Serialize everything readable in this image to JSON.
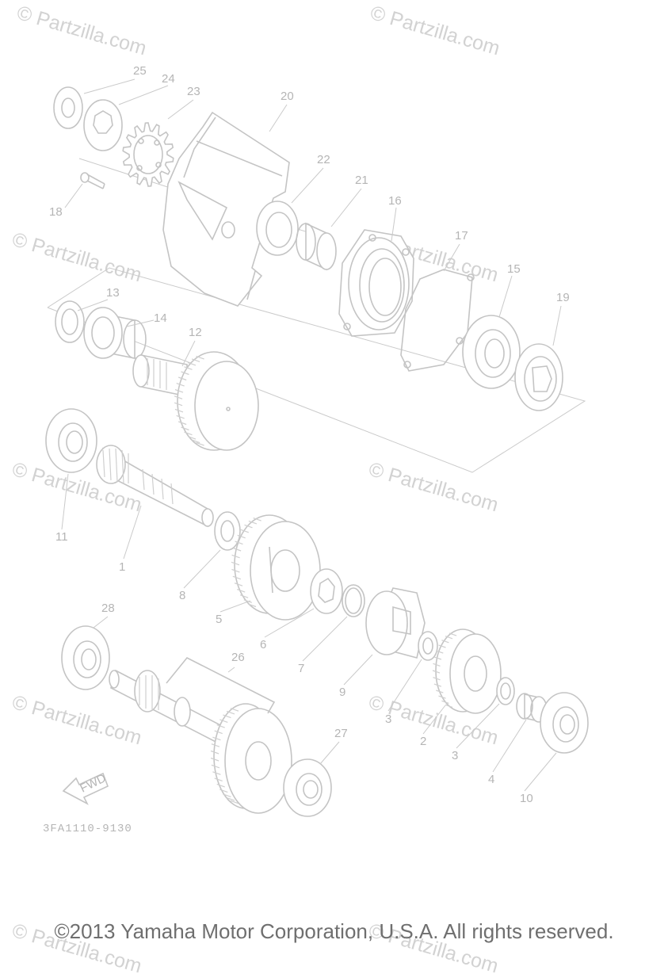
{
  "diagram": {
    "watermark": "© Partzilla.com",
    "drawing_code": "3FA1110-9130",
    "copyright": "©2013 Yamaha Motor Corporation, U.S.A. All rights reserved.",
    "fwd_label": "FWD",
    "part_numbers": [
      "1",
      "2",
      "3",
      "3",
      "4",
      "5",
      "6",
      "7",
      "8",
      "9",
      "10",
      "11",
      "12",
      "13",
      "14",
      "15",
      "16",
      "17",
      "18",
      "19",
      "20",
      "21",
      "22",
      "23",
      "24",
      "25",
      "26",
      "27",
      "28"
    ]
  }
}
